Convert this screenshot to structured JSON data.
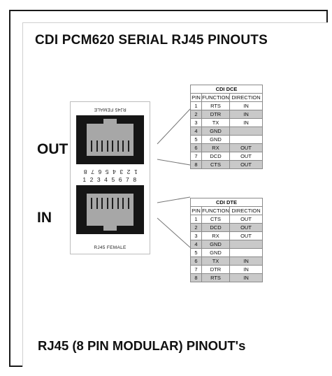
{
  "title": "CDI PCM620 SERIAL RJ45 PINOUTS",
  "footer": "RJ45 (8 PIN MODULAR) PINOUT's",
  "labels": {
    "out": "OUT",
    "in": "IN"
  },
  "connector": {
    "top_label": "RJ45 FEMALE",
    "bottom_label": "RJ45 FEMALE",
    "top_pin_numbers": "1 2 3 4 5 6 7 8",
    "bottom_pin_numbers": "1 2 3 4 5 6 7 8"
  },
  "dce": {
    "caption": "CDI DCE",
    "headers": [
      "PIN",
      "FUNCTION",
      "DIRECTION"
    ],
    "rows": [
      [
        "1",
        "RTS",
        "IN"
      ],
      [
        "2",
        "DTR",
        "IN"
      ],
      [
        "3",
        "TX",
        "IN"
      ],
      [
        "4",
        "GND",
        ""
      ],
      [
        "5",
        "GND",
        ""
      ],
      [
        "6",
        "RX",
        "OUT"
      ],
      [
        "7",
        "DCD",
        "OUT"
      ],
      [
        "8",
        "CTS",
        "OUT"
      ]
    ]
  },
  "dte": {
    "caption": "CDI DTE",
    "headers": [
      "PIN",
      "FUNCTION",
      "DIRECTION"
    ],
    "rows": [
      [
        "1",
        "CTS",
        "OUT"
      ],
      [
        "2",
        "DCD",
        "OUT"
      ],
      [
        "3",
        "RX",
        "OUT"
      ],
      [
        "4",
        "GND",
        ""
      ],
      [
        "5",
        "GND",
        ""
      ],
      [
        "6",
        "TX",
        "IN"
      ],
      [
        "7",
        "DTR",
        "IN"
      ],
      [
        "8",
        "RTS",
        "IN"
      ]
    ]
  },
  "colors": {
    "port": "#151515",
    "contact_area": "#a7a7a7",
    "shaded_row": "#c9c9c9"
  }
}
